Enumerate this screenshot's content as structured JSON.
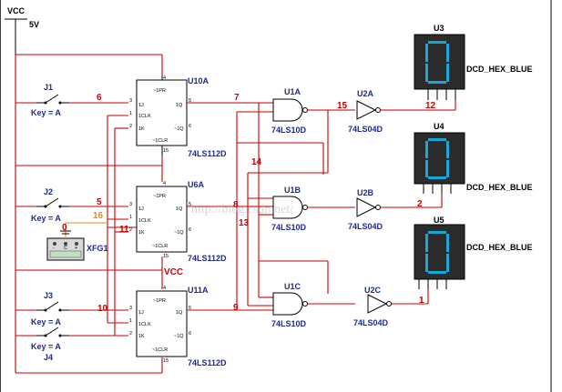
{
  "power": {
    "net": "VCC",
    "voltage": "5V",
    "vcc_mid": "VCC"
  },
  "switches": [
    {
      "ref": "J1",
      "key": "Key = A"
    },
    {
      "ref": "J2",
      "key": "Key = A"
    },
    {
      "ref": "J3",
      "key": "Key = A"
    },
    {
      "ref": "J4",
      "key": "Key = A"
    }
  ],
  "flipflops": [
    {
      "ref": "U10A",
      "part": "74LS112D"
    },
    {
      "ref": "U6A",
      "part": "74LS112D"
    },
    {
      "ref": "U11A",
      "part": "74LS112D"
    }
  ],
  "ff_pins": {
    "pr": "~1PR",
    "j": "1J",
    "clk": "1CLK",
    "k": "1K",
    "clr": "~1CLR",
    "q": "1Q",
    "qn": "~1Q",
    "n4": "4",
    "n3": "3",
    "n1": "1",
    "n2": "2",
    "n15": "15",
    "n5": "5",
    "n6": "6"
  },
  "nand_gates": [
    {
      "ref": "U1A",
      "part": "74LS10D"
    },
    {
      "ref": "U1B",
      "part": "74LS10D"
    },
    {
      "ref": "U1C",
      "part": "74LS10D"
    }
  ],
  "inverters": [
    {
      "ref": "U2A",
      "part": "74LS04D"
    },
    {
      "ref": "U2B",
      "part": "74LS04D"
    },
    {
      "ref": "U2C",
      "part": "74LS04D"
    }
  ],
  "displays": [
    {
      "ref": "U3",
      "part": "DCD_HEX_BLUE"
    },
    {
      "ref": "U4",
      "part": "DCD_HEX_BLUE"
    },
    {
      "ref": "U5",
      "part": "DCD_HEX_BLUE"
    }
  ],
  "generator": {
    "ref": "XFG1",
    "minus": "-",
    "common": "C",
    "plus": "+"
  },
  "nets": [
    "6",
    "7",
    "15",
    "12",
    "14",
    "5",
    "16",
    "0",
    "8",
    "2",
    "11",
    "13",
    "10",
    "9",
    "1"
  ],
  "watermark": "http://blog.csdn.net/",
  "colors": {
    "wire": "#cc0000",
    "label": "#1f2a8c",
    "segment": "#1aa6d6",
    "generator_wire": "#e08a1e"
  }
}
